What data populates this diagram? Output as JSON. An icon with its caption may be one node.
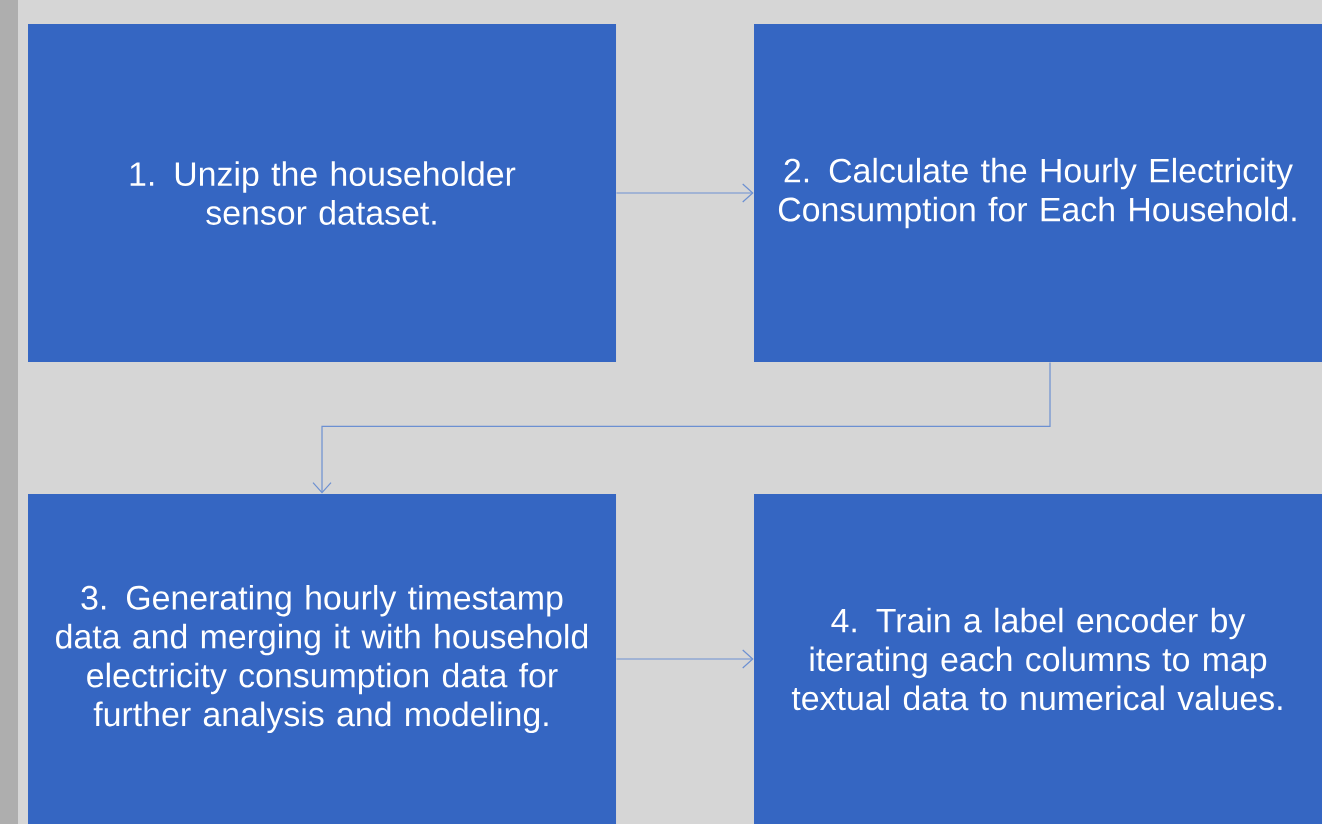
{
  "diagram": {
    "nodes": [
      {
        "text": [
          "1. Unzip the householder sensor dataset."
        ]
      },
      {
        "text": [
          "2. Calculate the Hourly Electricity Consumption for Each Household."
        ]
      },
      {
        "text": [
          "3. Generating hourly timestamp data and merging it with household electricity consumption data for further analysis and modeling."
        ]
      },
      {
        "text": [
          "4. Train a label encoder by iterating each columns to map textual data to numerical values."
        ]
      }
    ],
    "edges": [
      {
        "from": 0,
        "to": 1,
        "arrow": "to"
      },
      {
        "from": 1,
        "to": 2,
        "arrow": "to"
      },
      {
        "from": 2,
        "to": 3,
        "arrow": "to"
      }
    ]
  }
}
